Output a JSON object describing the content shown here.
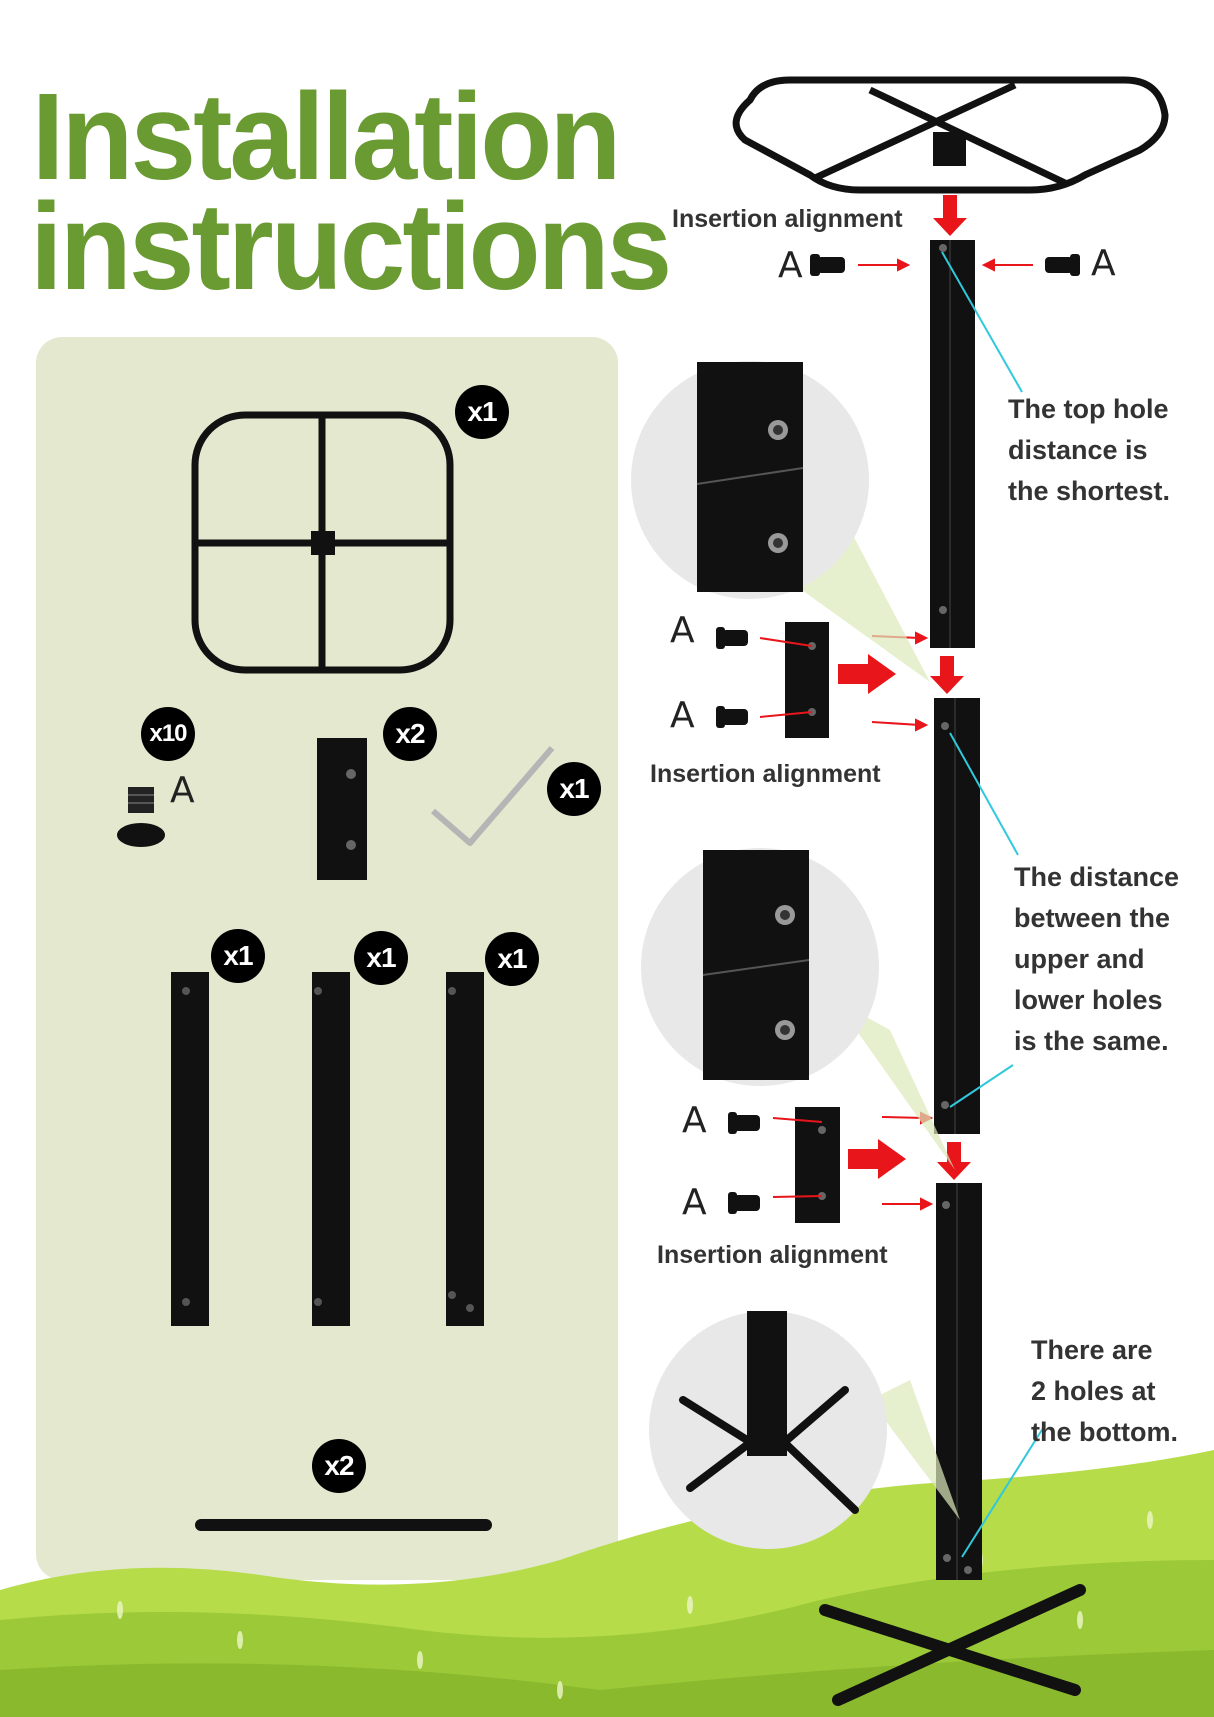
{
  "title": {
    "line1": "Installation",
    "line2": "instructions"
  },
  "parts": {
    "ring_qty": "x1",
    "screw_qty": "x10",
    "screw_label": "A",
    "connector_qty": "x2",
    "wrench_qty": "x1",
    "pole1_qty": "x1",
    "pole2_qty": "x1",
    "pole3_qty": "x1",
    "foot_qty": "x2"
  },
  "assembly": {
    "insertion_label_1": "Insertion alignment",
    "insertion_label_2": "Insertion alignment",
    "insertion_label_3": "Insertion alignment",
    "screw_letter": "A",
    "note_top_line1": "The top hole",
    "note_top_line2": "distance is",
    "note_top_line3": "the shortest.",
    "note_middle_line1": "The distance",
    "note_middle_line2": "between the",
    "note_middle_line3": "upper and",
    "note_middle_line4": "lower holes",
    "note_middle_line5": "is the same.",
    "note_bottom_line1": "There are",
    "note_bottom_line2": "2 holes at",
    "note_bottom_line3": "the bottom."
  },
  "colors": {
    "title_green": "#6a9a32",
    "panel_bg": "#e3e8cf",
    "arrow_red": "#e8151b",
    "leader_cyan": "#30c8dc",
    "grass": "#a6d33c"
  }
}
